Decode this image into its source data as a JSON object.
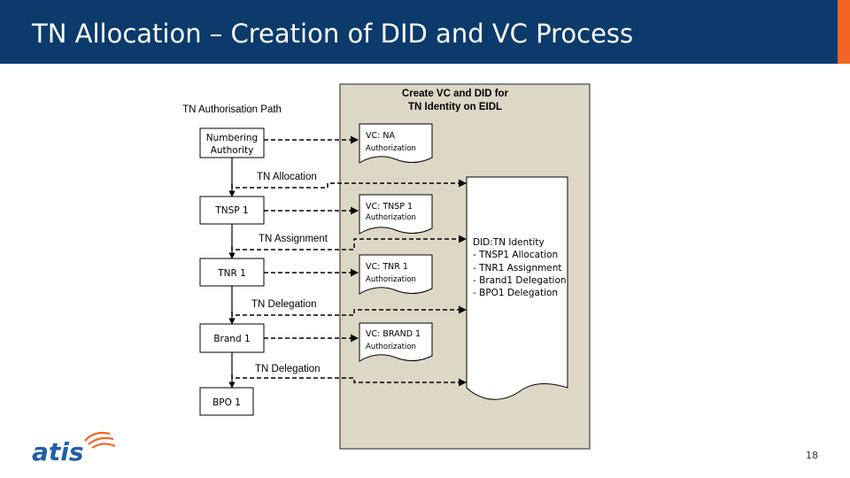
{
  "slide": {
    "title": "TN Allocation – Creation of DID and VC Process",
    "page_number": "18"
  },
  "colors": {
    "header_bg": "#0b3a6b",
    "accent": "#f26522",
    "panel_bg": "#ddd8c6",
    "logo_blue": "#1f5fa8",
    "logo_orange": "#f26522"
  },
  "logo": {
    "icon": "atis-logo",
    "text": "atis"
  },
  "diagram": {
    "path_label": "TN Authorisation Path",
    "panel_title_line1": "Create VC and DID for",
    "panel_title_line2": "TN Identity on EIDL",
    "entities": {
      "na_line1": "Numbering",
      "na_line2": "Authority",
      "tnsp1": "TNSP 1",
      "tnr1": "TNR 1",
      "brand1": "Brand 1",
      "bpo1": "BPO 1"
    },
    "steps": {
      "allocation": "TN Allocation",
      "assignment": "TN Assignment",
      "delegation1": "TN Delegation",
      "delegation2": "TN Delegation"
    },
    "vcs": {
      "na_title": "VC: NA",
      "na_sub": "Authorization",
      "tnsp1_title": "VC: TNSP 1",
      "tnsp1_sub": "Authorization",
      "tnr1_title": "VC: TNR 1",
      "tnr1_sub": "Authorization",
      "brand1_title": "VC: BRAND 1",
      "brand1_sub": "Authorization"
    },
    "did": {
      "line1": "DID:TN Identity",
      "line2": "-  TNSP1 Allocation",
      "line3": "-  TNR1 Assignment",
      "line4": "-  Brand1 Delegation",
      "line5": "-  BPO1 Delegation"
    }
  }
}
